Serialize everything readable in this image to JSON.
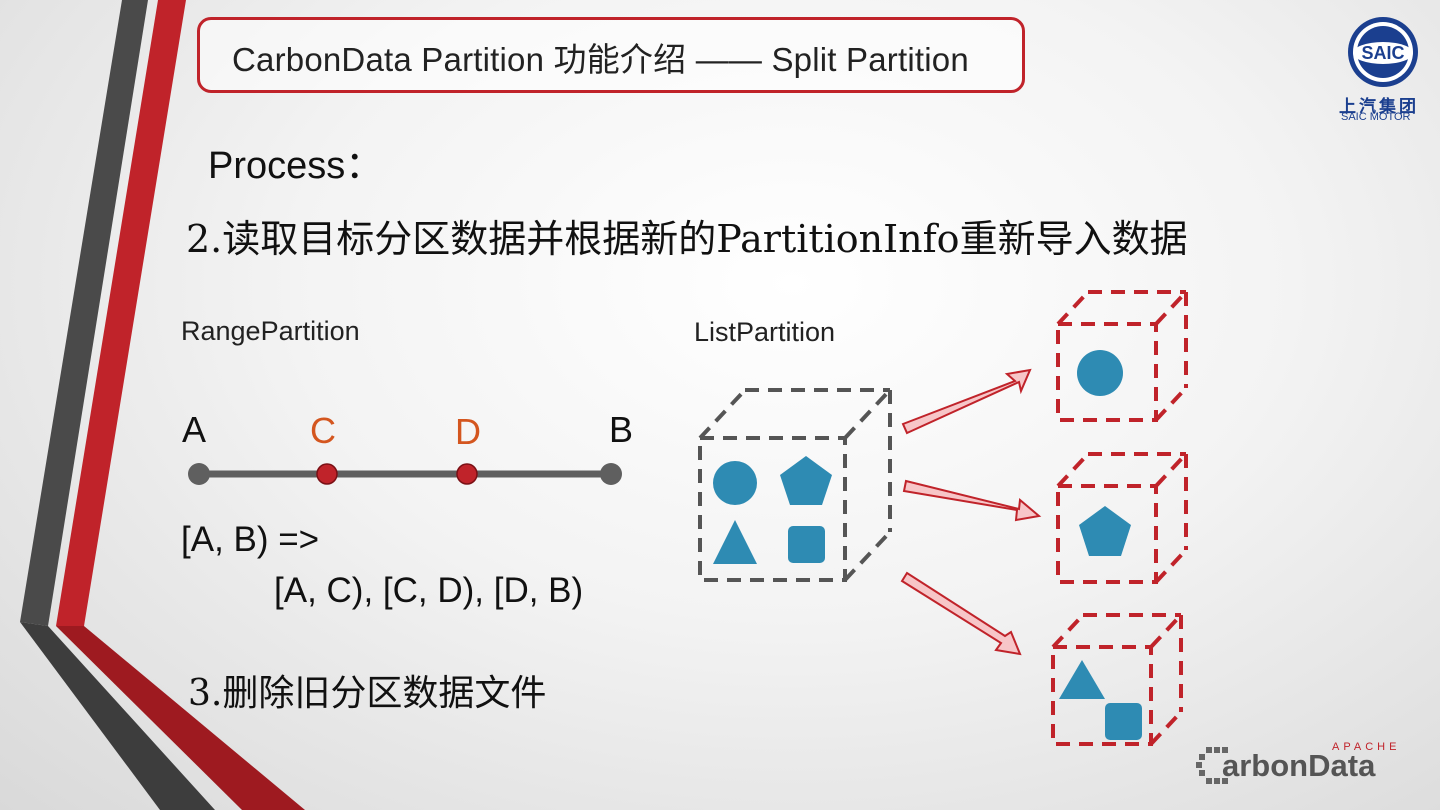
{
  "title": "CarbonData Partition 功能介绍 —— Split Partition",
  "process_label": "Process：",
  "step2": "2.读取目标分区数据并根据新的PartitionInfo重新导入数据",
  "step3": "3.删除旧分区数据文件",
  "range_partition": {
    "label": "RangePartition",
    "points": [
      {
        "name": "A",
        "value": 0,
        "color": "#5f5f5f"
      },
      {
        "name": "C",
        "value": 1,
        "color": "#c0232a"
      },
      {
        "name": "D",
        "value": 2,
        "color": "#c0232a"
      },
      {
        "name": "B",
        "value": 3,
        "color": "#5f5f5f"
      }
    ],
    "label_colors": {
      "endpoint": "#111111",
      "split": "#d4561f"
    },
    "before": "[A, B) =>",
    "after": "[A, C), [C, D), [D, B)"
  },
  "list_partition": {
    "label": "ListPartition",
    "source_shapes": [
      "circle",
      "pentagon",
      "triangle",
      "square"
    ],
    "targets": [
      [
        "circle"
      ],
      [
        "pentagon"
      ],
      [
        "triangle",
        "square"
      ]
    ],
    "shape_color": "#2e8bb3",
    "source_box_color": "#555555",
    "target_box_color": "#c0232a",
    "arrow_fill": "#f7c6c8",
    "arrow_stroke": "#c0232a"
  },
  "logos": {
    "saic_badge": "SAIC",
    "saic_cn": "上汽集团",
    "saic_en": "SAIC MOTOR",
    "carbon_apache": "APACHE",
    "carbon_name": "arbonData"
  },
  "colors": {
    "accent": "#c0232a",
    "dark_stripe": "#4a4a4a",
    "text": "#111111"
  }
}
